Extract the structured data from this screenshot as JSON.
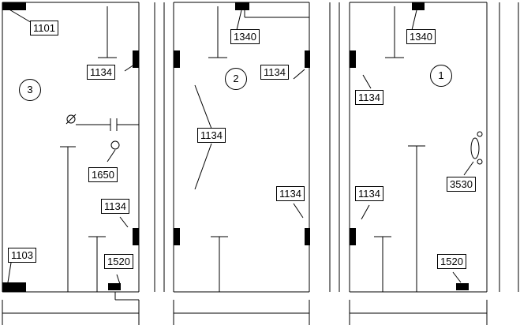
{
  "panels": [
    {
      "number": "3",
      "labels": {
        "top_left": "1101",
        "right_upper": "1134",
        "center": "1650",
        "right_lower": "1134",
        "bottom_left": "1103",
        "bottom_right": "1520"
      }
    },
    {
      "number": "2",
      "labels": {
        "top": "1340",
        "right_upper": "1134",
        "diagonal": "1134",
        "right_lower": "1134"
      }
    },
    {
      "number": "1",
      "labels": {
        "top": "1340",
        "left_upper": "1134",
        "right_mid": "3530",
        "left_lower": "1134",
        "bottom_right": "1520"
      }
    }
  ],
  "colors": {
    "line": "#000000",
    "fill": "#000000",
    "background": "#ffffff"
  }
}
